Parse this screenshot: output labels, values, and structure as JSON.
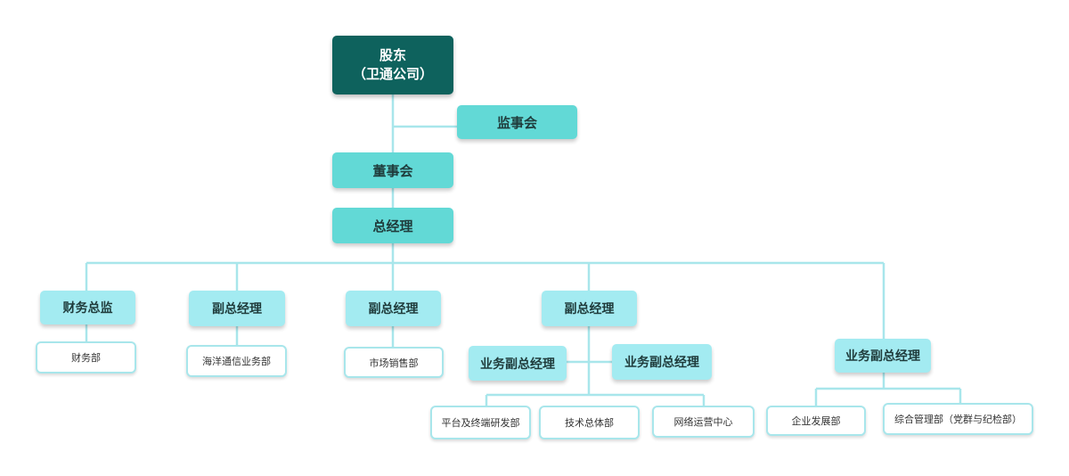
{
  "shareholder": {
    "line1": "股东",
    "line2": "（卫通公司）"
  },
  "supervisory_board": "监事会",
  "board_of_directors": "董事会",
  "general_manager": "总经理",
  "cfo": {
    "title": "财务总监",
    "dept": "财务部"
  },
  "vp_marine": {
    "title": "副总经理",
    "dept": "海洋通信业务部"
  },
  "vp_market": {
    "title": "副总经理",
    "dept": "市场销售部"
  },
  "vp_tech": {
    "title": "副总经理",
    "biz_vp_left": "业务副总经理",
    "biz_vp_right": "业务副总经理",
    "depts": [
      "平台及终端研发部",
      "技术总体部",
      "网络运营中心"
    ]
  },
  "biz_vp_admin": {
    "title": "业务副总经理",
    "depts": [
      "企业发展部",
      "综合管理部（党群与纪检部）"
    ]
  },
  "colors": {
    "root": "#0e625d",
    "teal": "#62d9d6",
    "light": "#a3ebf1",
    "line": "#a8e6eb"
  }
}
